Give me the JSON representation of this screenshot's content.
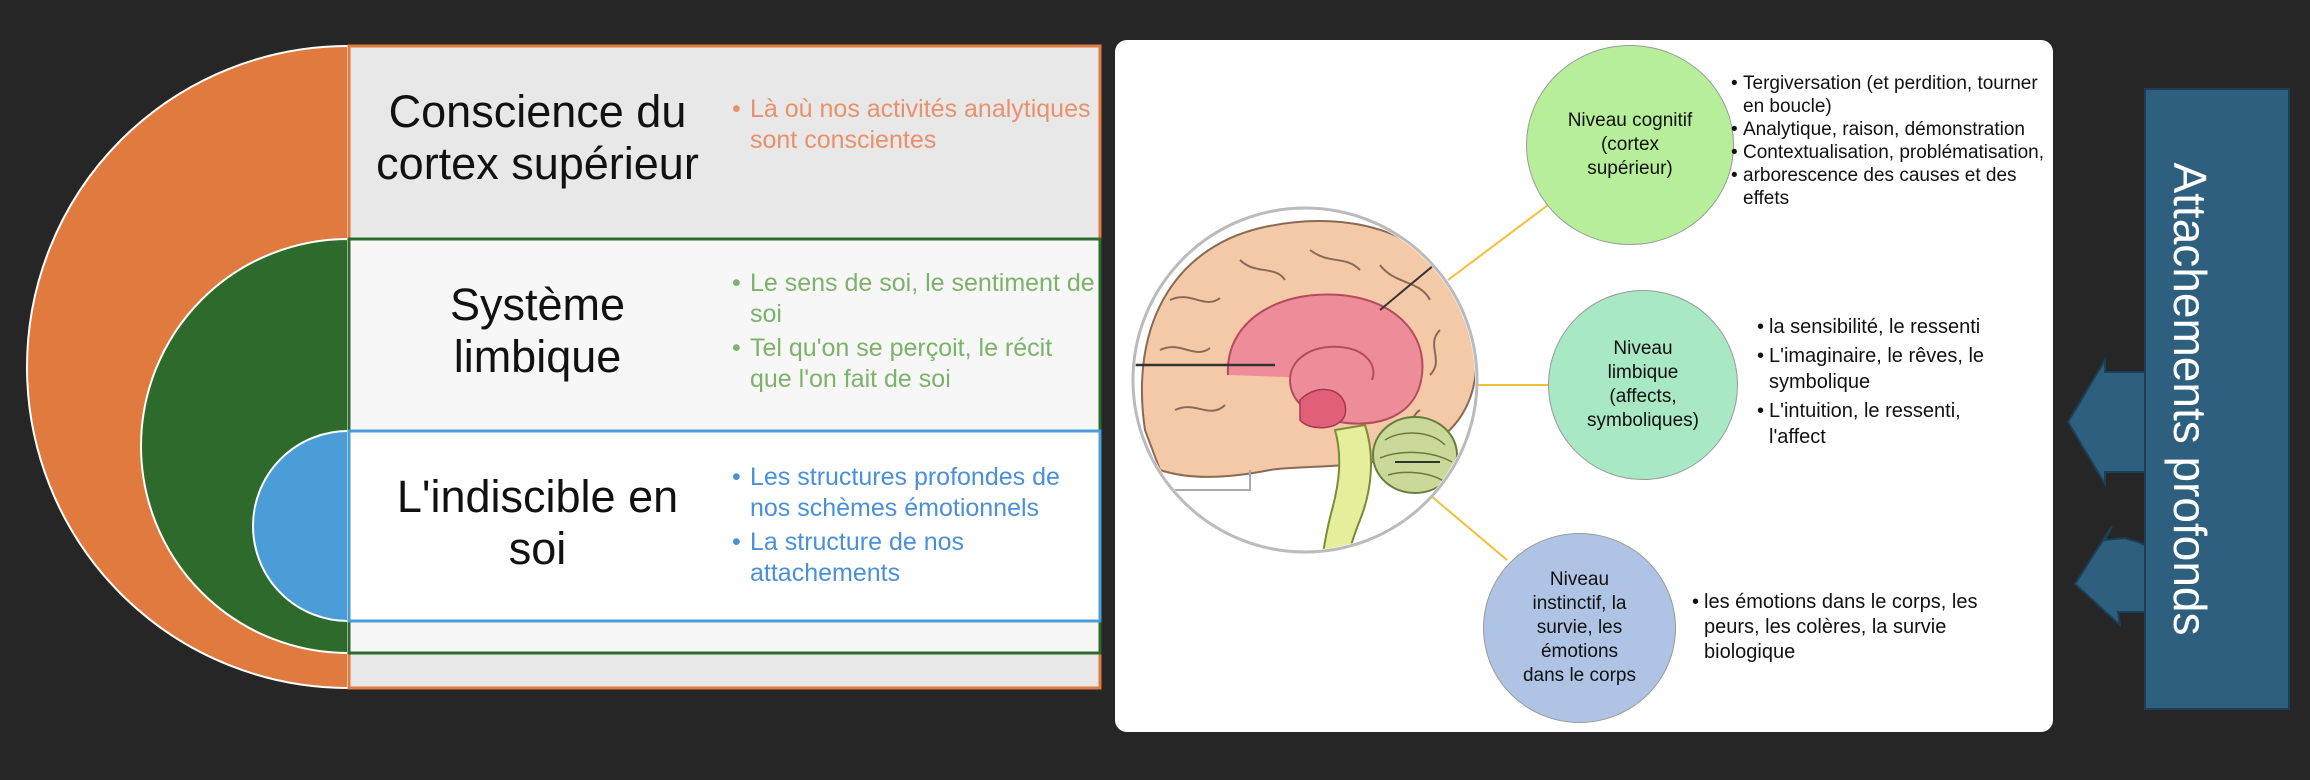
{
  "left_diagram": {
    "rows": [
      {
        "title": "Conscience du\ncortex supérieur",
        "color": "#E07A3F",
        "bullets": [
          "Là où nos activités analytiques sont conscientes"
        ]
      },
      {
        "title": "Système\nlimbique",
        "color": "#2E6A2C",
        "bullets": [
          "Le sens de soi, le sentiment de soi",
          "Tel qu'on se perçoit, le récit que l'on fait de soi"
        ]
      },
      {
        "title": "L'indiscible en\nsoi",
        "color": "#4A9DD6",
        "bullets": [
          "Les structures profondes de nos schèmes émotionnels",
          "La structure de nos attachements"
        ]
      }
    ]
  },
  "brain_levels": [
    {
      "label": "Niveau cognitif\n(cortex\nsupérieur)",
      "color": "#B7EE9A",
      "items": [
        "Tergiversation (et perdition, tourner en boucle)",
        "Analytique, raison, démonstration",
        "Contextualisation, problématisation,",
        "arborescence des causes et des effets"
      ]
    },
    {
      "label": "Niveau\nlimbique\n(affects,\nsymboliques)",
      "color": "#A8E8C4",
      "items": [
        "la sensibilité, le ressenti",
        "L'imaginaire, le rêves, le symbolique",
        "L'intuition, le ressenti, l'affect"
      ]
    },
    {
      "label": "Niveau\ninstinctif, la\nsurvie, les\némotions\ndans le corps",
      "color": "#AFC3E4",
      "items": [
        "les émotions dans le corps, les peurs, les colères, la survie biologique"
      ]
    }
  ],
  "side_panel": {
    "label": "Attachements profonds",
    "color": "#2E5F7F"
  }
}
